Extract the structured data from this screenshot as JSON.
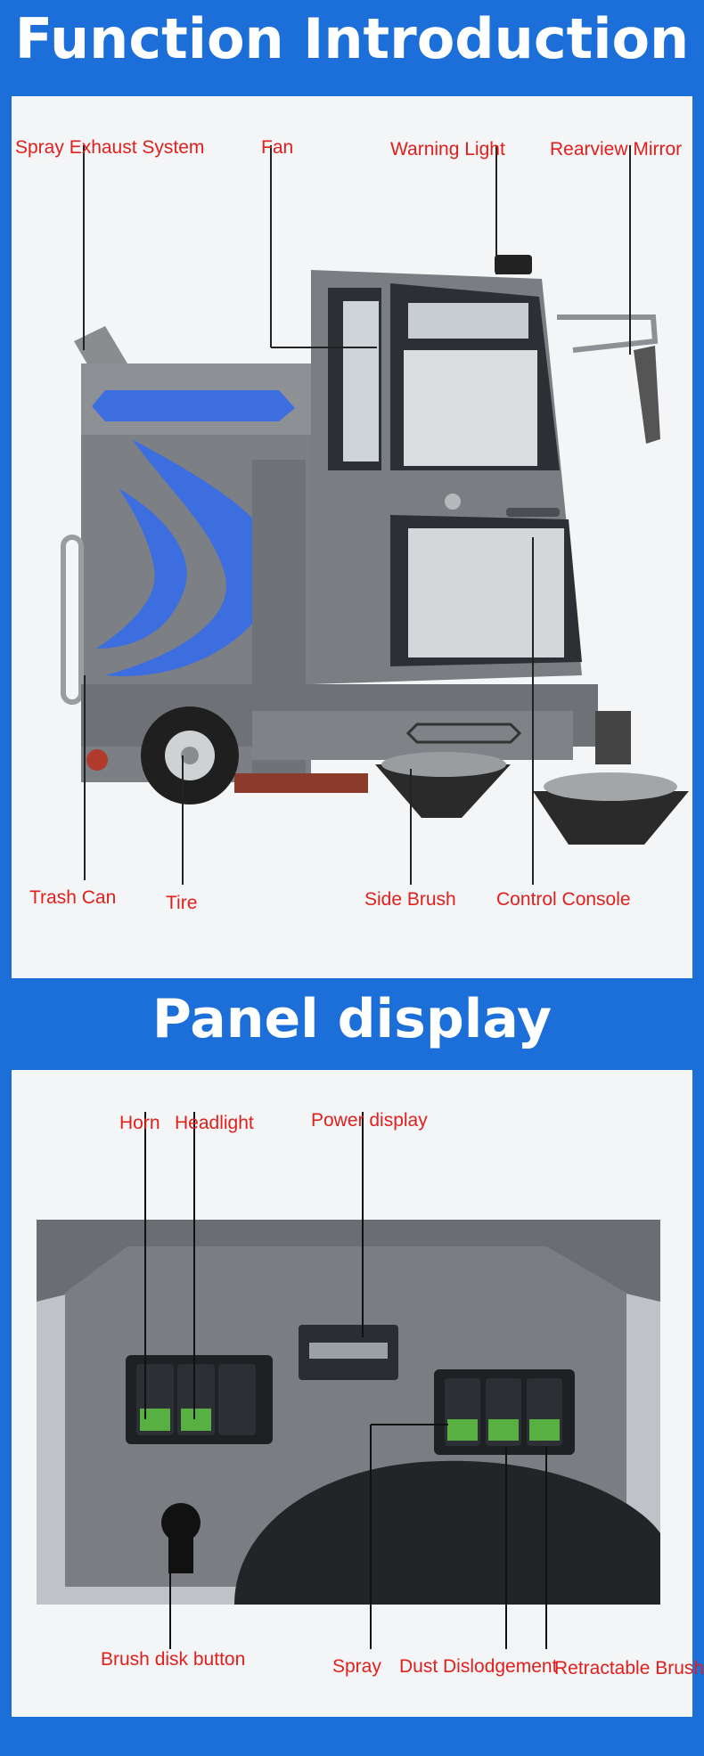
{
  "sections": {
    "function_title": "Function Introduction",
    "panel_title": "Panel display"
  },
  "function_labels": {
    "spray_exhaust": "Spray Exhaust System",
    "fan": "Fan",
    "warning_light": "Warning Light",
    "rearview_mirror": "Rearview Mirror",
    "trash_can": "Trash Can",
    "tire": "Tire",
    "side_brush": "Side Brush",
    "control_console": "Control Console"
  },
  "panel_labels": {
    "horn": "Horn",
    "headlight": "Headlight",
    "power_display": "Power display",
    "brush_disk_button": "Brush disk button",
    "spray": "Spray",
    "dust_dislodgement": "Dust Dislodgement",
    "retractable_brush": "Retractable Brush"
  },
  "colors": {
    "background": "#1c6fd8",
    "label": "#e0201c",
    "machine_body": "#7d8084",
    "accent_stripe": "#3d6ee0"
  }
}
